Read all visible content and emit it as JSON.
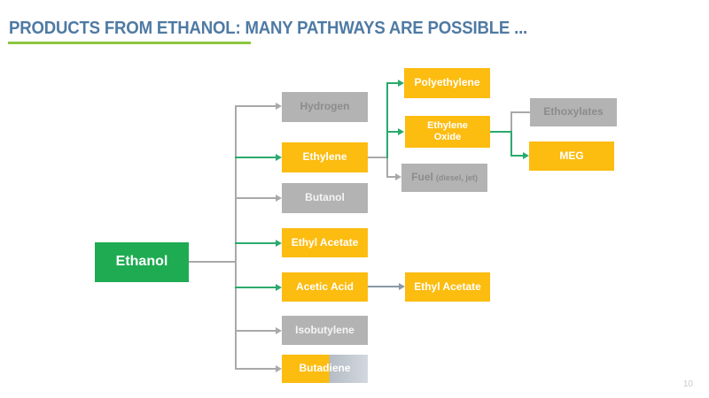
{
  "slide": {
    "title": "PRODUCTS FROM ETHANOL: MANY PATHWAYS ARE POSSIBLE ...",
    "page_number": "10"
  },
  "colors": {
    "title_text": "#4f7aa3",
    "title_underline": "#8cc63f",
    "node_orange": "#fcbc10",
    "node_green": "#1fab52",
    "node_gray": "#b3b3b3",
    "gray_node_dim_text": "#8c8c8c",
    "arrow_green": "#2baa6e",
    "arrow_gray": "#a9a9a9",
    "arrow_slate": "#8799a7"
  },
  "nodes": {
    "ethanol": {
      "label": "Ethanol"
    },
    "hydrogen": {
      "label": "Hydrogen"
    },
    "ethylene": {
      "label": "Ethylene"
    },
    "butanol": {
      "label": "Butanol"
    },
    "ethyl_acetate_1": {
      "label": "Ethyl Acetate"
    },
    "acetic_acid": {
      "label": "Acetic Acid"
    },
    "isobutylene": {
      "label": "Isobutylene"
    },
    "butadiene": {
      "label": "Butadiene"
    },
    "polyethylene": {
      "label": "Polyethylene"
    },
    "ethylene_oxide": {
      "label": "Ethylene Oxide"
    },
    "fuel": {
      "label": "Fuel",
      "sublabel": "(diesel, jet)"
    },
    "ethoxylates": {
      "label": "Ethoxylates"
    },
    "meg": {
      "label": "MEG"
    },
    "ethyl_acetate_2": {
      "label": "Ethyl Acetate"
    }
  },
  "edges": [
    {
      "from": "ethanol",
      "to": "hydrogen",
      "color": "gray"
    },
    {
      "from": "ethanol",
      "to": "ethylene",
      "color": "green"
    },
    {
      "from": "ethanol",
      "to": "butanol",
      "color": "gray"
    },
    {
      "from": "ethanol",
      "to": "ethyl_acetate_1",
      "color": "green"
    },
    {
      "from": "ethanol",
      "to": "acetic_acid",
      "color": "green"
    },
    {
      "from": "ethanol",
      "to": "isobutylene",
      "color": "gray"
    },
    {
      "from": "ethanol",
      "to": "butadiene",
      "color": "gray"
    },
    {
      "from": "ethylene",
      "to": "polyethylene",
      "color": "green"
    },
    {
      "from": "ethylene",
      "to": "ethylene_oxide",
      "color": "green"
    },
    {
      "from": "ethylene",
      "to": "fuel",
      "color": "gray"
    },
    {
      "from": "ethylene_oxide",
      "to": "ethoxylates",
      "color": "gray"
    },
    {
      "from": "ethylene_oxide",
      "to": "meg",
      "color": "green"
    },
    {
      "from": "acetic_acid",
      "to": "ethyl_acetate_2",
      "color": "slate"
    }
  ]
}
